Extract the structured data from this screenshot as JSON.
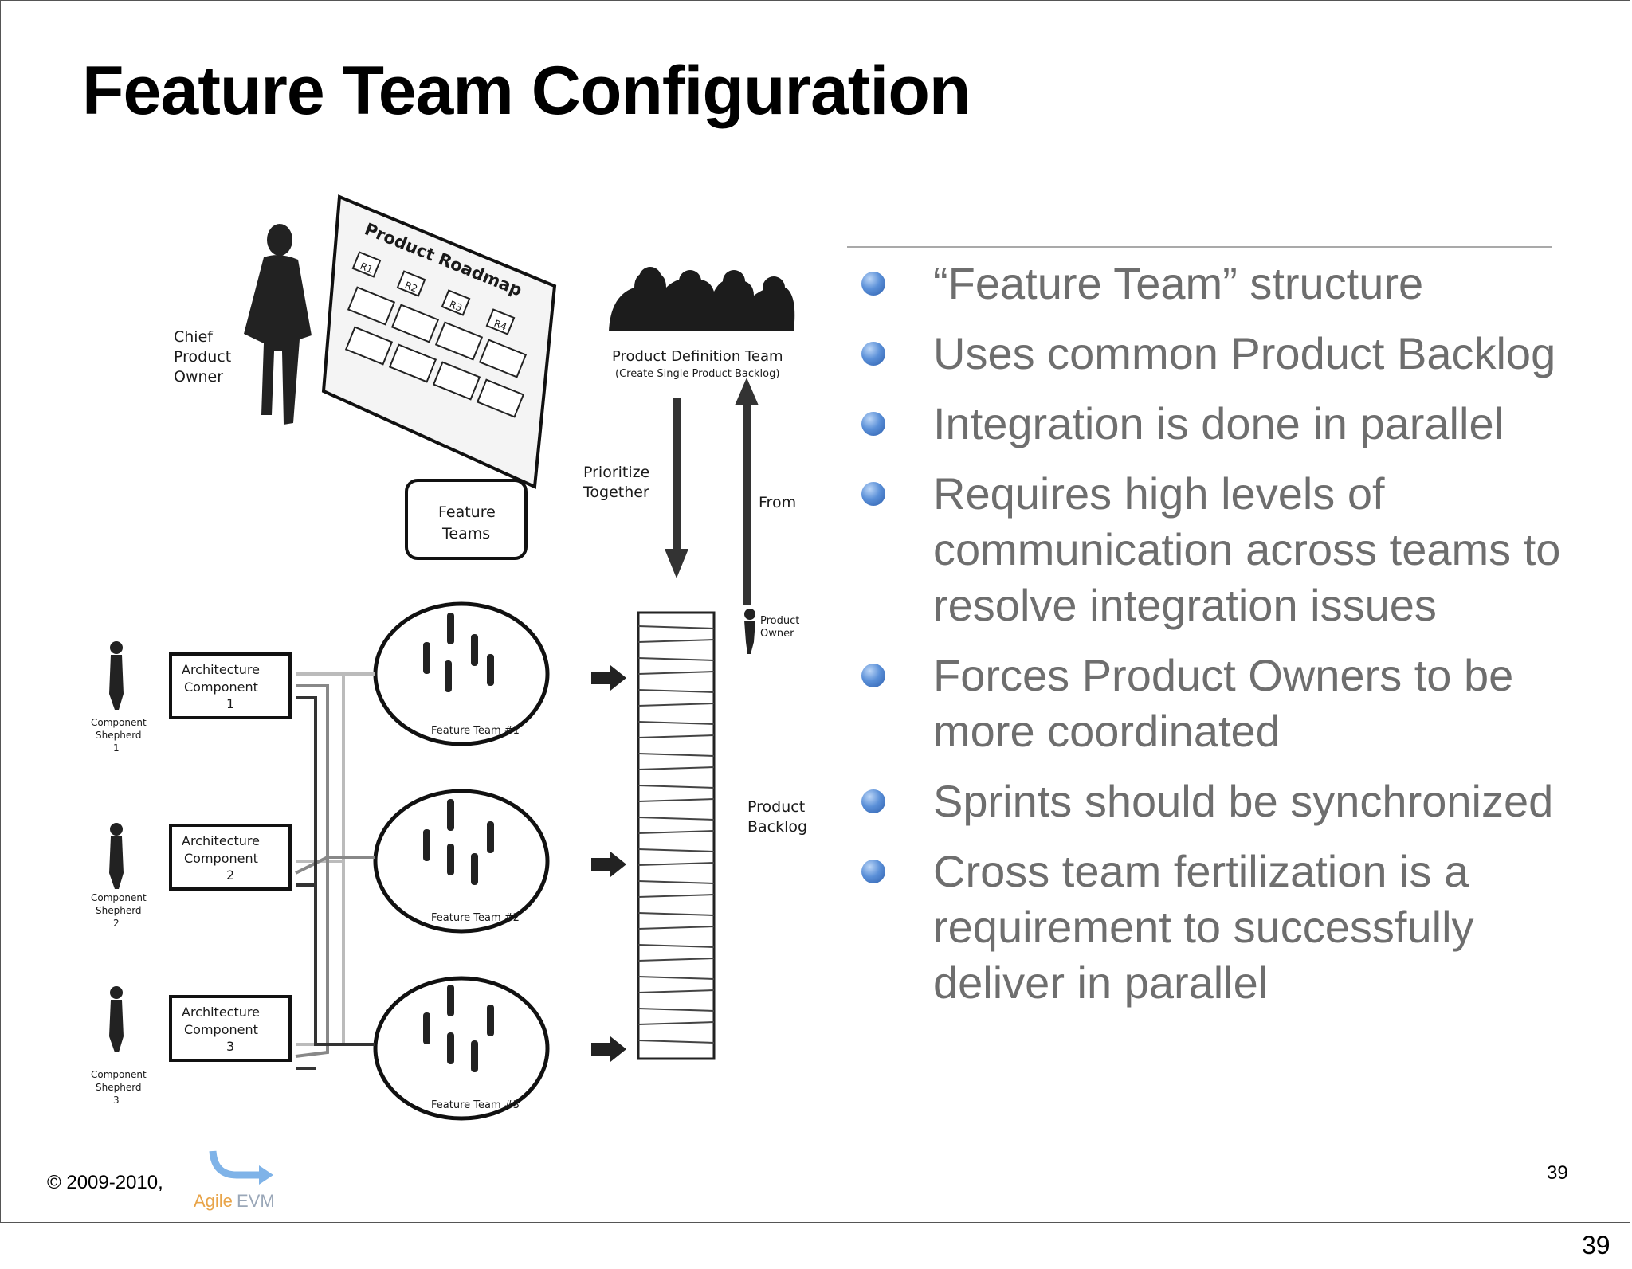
{
  "slide": {
    "title": "Feature Team Configuration",
    "bullets": [
      "“Feature Team” structure",
      "Uses common Product Backlog",
      "Integration is done in parallel",
      "Requires high levels of communication across teams to resolve integration issues",
      "Forces Product Owners to be more coordinated",
      "Sprints should be synchronized",
      "Cross team fertilization is a requirement to successfully deliver in parallel"
    ],
    "copyright": "© 2009-2010,",
    "logo_text_a": "Agile",
    "logo_text_b": "EVM",
    "slide_number": "39",
    "page_number": "39"
  },
  "figure": {
    "roadmap_title": "Product Roadmap",
    "releases": [
      "R1",
      "R2",
      "R3",
      "R4"
    ],
    "chief_po_lines": [
      "Chief",
      "Product",
      "Owner"
    ],
    "pdt_title": "Product Definition Team",
    "pdt_sub": "(Create Single Product Backlog)",
    "prioritize": [
      "Prioritize",
      "Together"
    ],
    "from": "From",
    "feature_teams_lines": [
      "Feature",
      "Teams"
    ],
    "product_owner": [
      "Product",
      "Owner"
    ],
    "product_backlog": [
      "Product",
      "Backlog"
    ],
    "teams": [
      "Feature Team #1",
      "Feature Team #2",
      "Feature Team #3"
    ],
    "components": [
      {
        "lines": [
          "Architecture",
          "Component",
          "1"
        ],
        "shepherd": [
          "Component",
          "Shepherd",
          "1"
        ]
      },
      {
        "lines": [
          "Architecture",
          "Component",
          "2"
        ],
        "shepherd": [
          "Component",
          "Shepherd",
          "2"
        ]
      },
      {
        "lines": [
          "Architecture",
          "Component",
          "3"
        ],
        "shepherd": [
          "Component",
          "Shepherd",
          "3"
        ]
      }
    ]
  }
}
